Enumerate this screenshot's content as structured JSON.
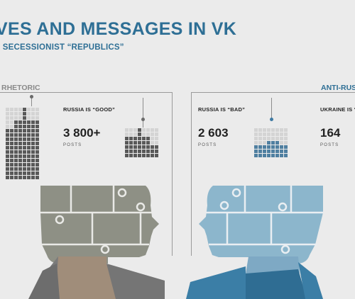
{
  "header": {
    "title": "VES AND MESSAGES IN VK",
    "subtitle": ", SECESSIONIST “REPUBLICS”"
  },
  "sections": {
    "left_label": "RHETORIC",
    "right_label": "ANTI-RUSS"
  },
  "stats": {
    "russia_good": {
      "caption": "RUSSIA IS “GOOD”",
      "value": "3 800+",
      "unit": "POSTS"
    },
    "russia_bad": {
      "caption": "RUSSIA IS “BAD”",
      "value": "2 603",
      "unit": "POSTS"
    },
    "ukraine": {
      "caption": "UKRAINE IS “G",
      "value": "164",
      "unit": "POSTS"
    }
  },
  "colors": {
    "title": "#2e6f95",
    "grey_figure": "#8e9085",
    "blue_figure": "#8cb6cc",
    "grey_body": "#7b7b7b",
    "blue_body": "#3b7ea6"
  }
}
